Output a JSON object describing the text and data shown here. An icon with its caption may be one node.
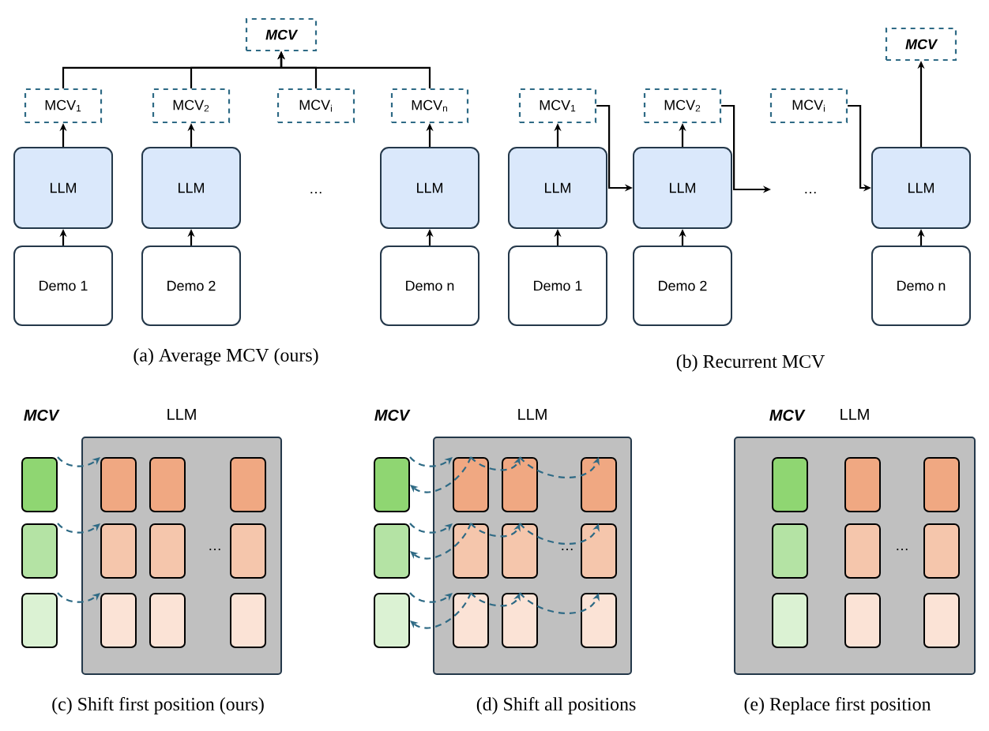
{
  "diagram": {
    "nodes": [
      {
        "text": [
          "MCV"
        ]
      },
      {
        "text": [
          "MCV$_{1}$"
        ]
      },
      {
        "text": [
          "MCV$_{2}$"
        ]
      },
      {
        "text": [
          "MCV$_{i}$"
        ]
      },
      {
        "text": [
          "MCV$_{n}$"
        ]
      },
      {
        "text": [
          "LLM"
        ]
      },
      {
        "text": [
          "LLM"
        ]
      },
      {
        "text": [
          "LLM"
        ]
      },
      {
        "text": [
          "Demo 1"
        ]
      },
      {
        "text": [
          "Demo 2"
        ]
      },
      {
        "text": [
          "Demo n"
        ]
      },
      {
        "text": [
          "MCV$_{1}$"
        ]
      },
      {
        "text": [
          "MCV$_{2}$"
        ]
      },
      {
        "text": [
          "MCV$_{i}$"
        ]
      },
      {
        "text": [
          "MCV"
        ]
      },
      {
        "text": [
          "LLM"
        ]
      },
      {
        "text": [
          "LLM"
        ]
      },
      {
        "text": [
          "LLM"
        ]
      },
      {
        "text": [
          "Demo 1"
        ]
      },
      {
        "text": [
          "Demo 2"
        ]
      },
      {
        "text": [
          "Demo n"
        ]
      },
      {
        "text": [
          "LLM"
        ]
      },
      {
        "text": [],
        "shape": "box"
      },
      {
        "text": [],
        "shape": "box"
      },
      {
        "text": [],
        "shape": "box"
      },
      {
        "text": [],
        "shape": "box",
        "in": 21
      },
      {
        "text": [],
        "shape": "box",
        "in": 21
      },
      {
        "text": [],
        "shape": "box",
        "in": 21
      },
      {
        "text": [],
        "shape": "box",
        "in": 21
      },
      {
        "text": [],
        "shape": "box",
        "in": 21
      },
      {
        "text": [],
        "shape": "box",
        "in": 21
      },
      {
        "text": [],
        "shape": "box",
        "in": 21
      },
      {
        "text": [],
        "shape": "box",
        "in": 21
      },
      {
        "text": [],
        "shape": "box",
        "in": 21
      },
      {
        "text": [
          "LLM"
        ]
      },
      {
        "text": [],
        "shape": "box"
      },
      {
        "text": [],
        "shape": "box"
      },
      {
        "text": [],
        "shape": "box"
      },
      {
        "text": [],
        "shape": "box",
        "in": 34
      },
      {
        "text": [],
        "shape": "box",
        "in": 34
      },
      {
        "text": [],
        "shape": "box",
        "in": 34
      },
      {
        "text": [],
        "shape": "box",
        "in": 34
      },
      {
        "text": [],
        "shape": "box",
        "in": 34
      },
      {
        "text": [],
        "shape": "box",
        "in": 34
      },
      {
        "text": [],
        "shape": "box",
        "in": 34
      },
      {
        "text": [],
        "shape": "box",
        "in": 34
      },
      {
        "text": [],
        "shape": "box",
        "in": 34
      },
      {
        "text": [
          "LLM"
        ]
      },
      {
        "text": [],
        "shape": "box",
        "in": 47
      },
      {
        "text": [],
        "shape": "box",
        "in": 47
      },
      {
        "text": [],
        "shape": "box",
        "in": 47
      },
      {
        "text": [],
        "shape": "box",
        "in": 47
      },
      {
        "text": [],
        "shape": "box",
        "in": 47
      },
      {
        "text": [],
        "shape": "box",
        "in": 47
      },
      {
        "text": [],
        "shape": "box",
        "in": 47
      },
      {
        "text": [],
        "shape": "box",
        "in": 47
      },
      {
        "text": [],
        "shape": "box",
        "in": 47
      }
    ],
    "edges": [
      {
        "from": 8,
        "to": 5,
        "arrow": "to"
      },
      {
        "from": 9,
        "to": 6,
        "arrow": "to"
      },
      {
        "from": 10,
        "to": 7,
        "arrow": "to"
      },
      {
        "from": 5,
        "to": 1,
        "arrow": "to"
      },
      {
        "from": 6,
        "to": 2,
        "arrow": "to"
      },
      {
        "from": 7,
        "to": 4,
        "arrow": "to"
      },
      {
        "from": 1,
        "to": 0,
        "arrow": "to"
      },
      {
        "from": 2,
        "to": 0,
        "arrow": "to"
      },
      {
        "from": 3,
        "to": 0,
        "arrow": "to"
      },
      {
        "from": 4,
        "to": 0,
        "arrow": "to"
      },
      {
        "from": 18,
        "to": 15,
        "arrow": "to"
      },
      {
        "from": 19,
        "to": 16,
        "arrow": "to"
      },
      {
        "from": 20,
        "to": 17,
        "arrow": "to"
      },
      {
        "from": 15,
        "to": 11,
        "arrow": "to"
      },
      {
        "from": 16,
        "to": 12,
        "arrow": "to"
      },
      {
        "from": 17,
        "to": 14,
        "arrow": "to"
      },
      {
        "from": 11,
        "to": 16,
        "arrow": "to"
      },
      {
        "from": 12,
        "to": null,
        "arrow": "to"
      },
      {
        "from": 13,
        "to": 17,
        "arrow": "to"
      },
      {
        "from": 22,
        "to": 25,
        "arrow": "to",
        "style": "dashed",
        "color": "#2e6a85"
      },
      {
        "from": 23,
        "to": 28,
        "arrow": "to",
        "style": "dashed",
        "color": "#2e6a85"
      },
      {
        "from": 24,
        "to": 31,
        "arrow": "to",
        "style": "dashed",
        "color": "#2e6a85"
      },
      {
        "from": 35,
        "to": 38,
        "arrow": "to",
        "style": "dashed",
        "color": "#2e6a85"
      },
      {
        "from": 38,
        "to": 39,
        "arrow": "to",
        "style": "dashed",
        "color": "#2e6a85"
      },
      {
        "from": 39,
        "to": 40,
        "arrow": "to",
        "style": "dashed",
        "color": "#2e6a85"
      },
      {
        "from": 38,
        "to": 35,
        "arrow": "to",
        "style": "dashed",
        "color": "#2e6a85"
      },
      {
        "from": 36,
        "to": 41,
        "arrow": "to",
        "style": "dashed",
        "color": "#2e6a85"
      },
      {
        "from": 41,
        "to": 42,
        "arrow": "to",
        "style": "dashed",
        "color": "#2e6a85"
      },
      {
        "from": 42,
        "to": 43,
        "arrow": "to",
        "style": "dashed",
        "color": "#2e6a85"
      },
      {
        "from": 41,
        "to": 36,
        "arrow": "to",
        "style": "dashed",
        "color": "#2e6a85"
      },
      {
        "from": 37,
        "to": 44,
        "arrow": "to",
        "style": "dashed",
        "color": "#2e6a85"
      },
      {
        "from": 44,
        "to": 45,
        "arrow": "to",
        "style": "dashed",
        "color": "#2e6a85"
      },
      {
        "from": 45,
        "to": 46,
        "arrow": "to",
        "style": "dashed",
        "color": "#2e6a85"
      },
      {
        "from": 44,
        "to": 37,
        "arrow": "to",
        "style": "dashed",
        "color": "#2e6a85"
      }
    ],
    "labels": [
      "…",
      "(a) Average MCV (ours)",
      "…",
      "(b) Recurrent MCV",
      "MCV",
      "…",
      "(c) Shift first position (ours)",
      "MCV",
      "…",
      "(d) Shift all positions",
      "MCV",
      "…",
      "(e) Replace first position"
    ]
  }
}
